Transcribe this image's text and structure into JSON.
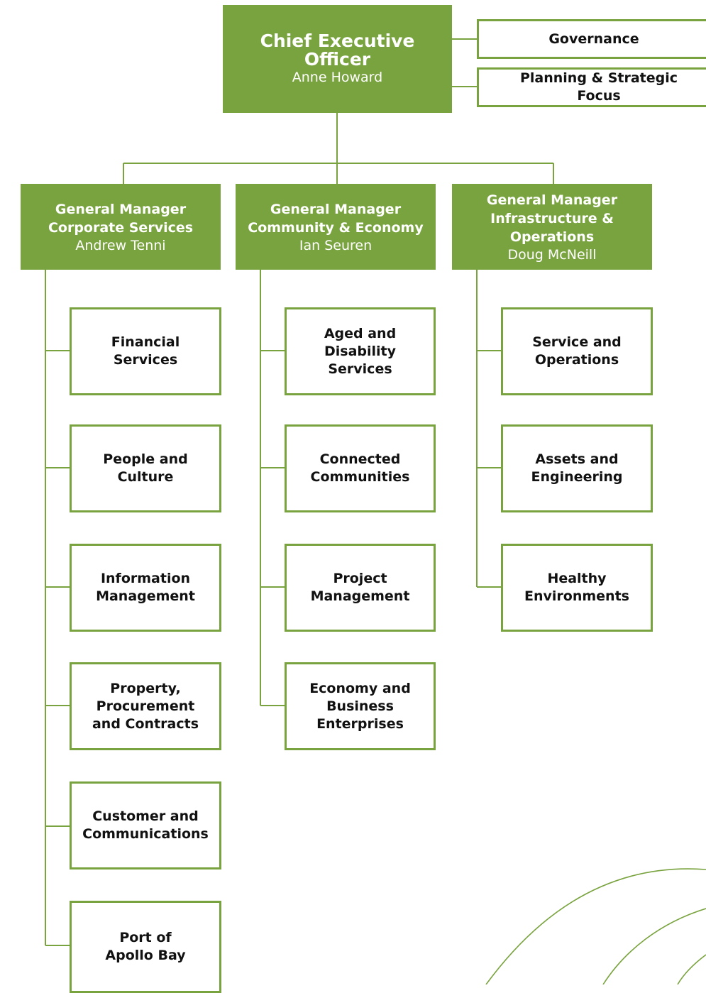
{
  "colors": {
    "accent": "#79a33e",
    "text": "#111111",
    "background": "#ffffff"
  },
  "ceo": {
    "title": "Chief Executive Officer",
    "name": "Anne Howard"
  },
  "side_units": [
    "Governance",
    "Planning & Strategic Focus"
  ],
  "divisions": [
    {
      "title": "General Manager Corporate Services",
      "name": "Andrew Tenni",
      "units": [
        "Financial Services",
        "People and Culture",
        "Information Management",
        "Property, Procurement and Contracts",
        "Customer and Communications",
        "Port of Apollo Bay"
      ]
    },
    {
      "title": "General Manager Community & Economy",
      "name": "Ian Seuren",
      "units": [
        "Aged and Disability Services",
        "Connected Communities",
        "Project Management",
        "Economy and Business Enterprises"
      ]
    },
    {
      "title": "General Manager Infrastructure & Operations",
      "name": "Doug McNeill",
      "units": [
        "Service and Operations",
        "Assets and Engineering",
        "Healthy Environments"
      ]
    }
  ]
}
